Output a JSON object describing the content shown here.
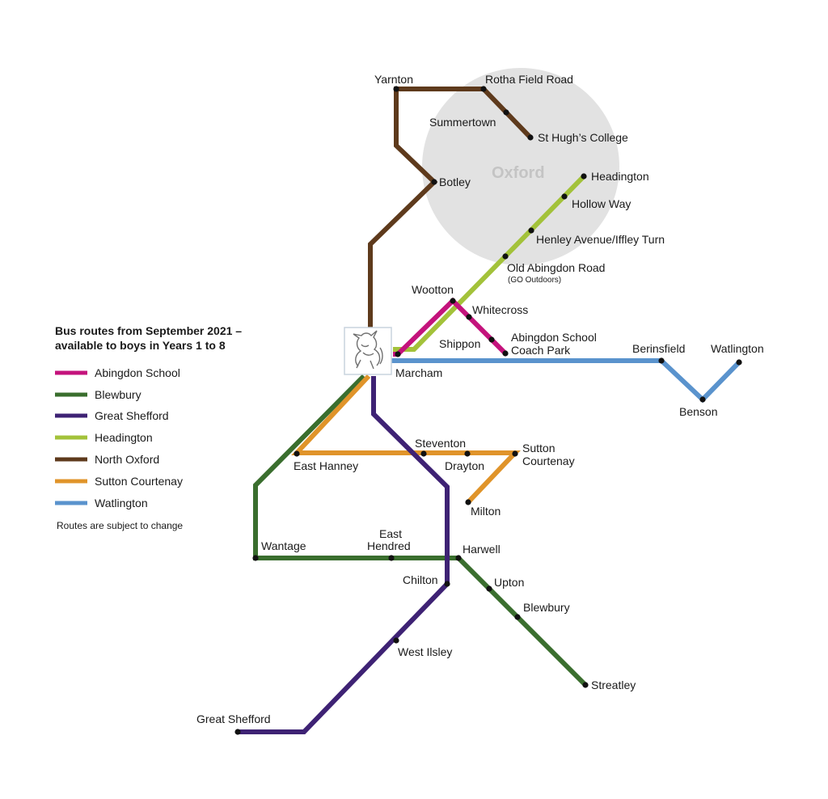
{
  "city": {
    "name": "Oxford",
    "color": "#e2e2e2",
    "label_color": "#c4c4c4"
  },
  "legend": {
    "title_line1": "Bus routes from September 2021 –",
    "title_line2": "available to boys in Years 1 to 8",
    "items": [
      {
        "label": "Abingdon School",
        "color": "#c4137c"
      },
      {
        "label": "Blewbury",
        "color": "#3a6e2e"
      },
      {
        "label": "Great Shefford",
        "color": "#3e2274"
      },
      {
        "label": "Headington",
        "color": "#a3c23a"
      },
      {
        "label": "North Oxford",
        "color": "#5e3a1c"
      },
      {
        "label": "Sutton Courtenay",
        "color": "#e0942a"
      },
      {
        "label": "Watlington",
        "color": "#5a93cd"
      }
    ],
    "note": "Routes are subject to change"
  },
  "stops": {
    "yarnton": "Yarnton",
    "rotha_field_road": "Rotha Field Road",
    "summertown": "Summertown",
    "st_hughs_college": "St Hugh’s College",
    "botley": "Botley",
    "headington": "Headington",
    "hollow_way": "Hollow Way",
    "henley_avenue": "Henley Avenue/Iffley Turn",
    "old_abingdon_road": "Old Abingdon Road",
    "old_abingdon_road_note": "(GO Outdoors)",
    "wootton": "Wootton",
    "whitecross": "Whitecross",
    "shippon": "Shippon",
    "abingdon_school_line1": "Abingdon School",
    "abingdon_school_line2": "Coach Park",
    "marcham": "Marcham",
    "berinsfield": "Berinsfield",
    "watlington": "Watlington",
    "benson": "Benson",
    "steventon": "Steventon",
    "east_hanney": "East Hanney",
    "drayton": "Drayton",
    "sutton_courtenay_line1": "Sutton",
    "sutton_courtenay_line2": "Courtenay",
    "milton": "Milton",
    "wantage": "Wantage",
    "east_hendred_line1": "East",
    "east_hendred_line2": "Hendred",
    "harwell": "Harwell",
    "chilton": "Chilton",
    "upton": "Upton",
    "blewbury": "Blewbury",
    "west_ilsley": "West Ilsley",
    "streatley": "Streatley",
    "great_shefford": "Great Shefford"
  },
  "logo": {
    "icon": "unicorn-crest-icon"
  }
}
